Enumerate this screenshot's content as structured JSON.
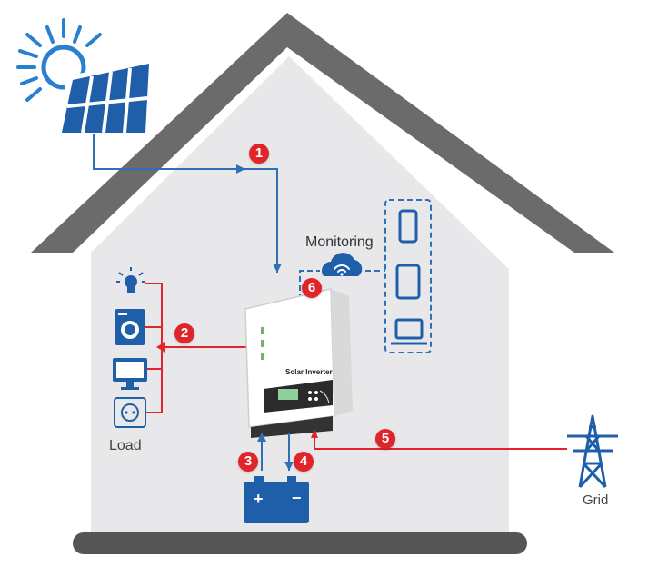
{
  "labels": {
    "monitoring": "Monitoring",
    "load": "Load",
    "grid": "Grid"
  },
  "inverter": {
    "brand_text": "Solar Inverter"
  },
  "battery": {
    "plus": "+",
    "minus": "−"
  },
  "flow_markers": [
    "1",
    "2",
    "3",
    "4",
    "5",
    "6"
  ],
  "colors": {
    "house_roof": "#6b6b6b",
    "house_wall": "#e8e8ea",
    "flow_dc": "#2f6fb5",
    "flow_ac": "#e0242a",
    "device_blue": "#1f5fa9",
    "badge": "#e0242a"
  },
  "icons": [
    "solar-panel-icon",
    "sun-icon",
    "bulb-icon",
    "washing-machine-icon",
    "monitor-icon",
    "socket-icon",
    "cloud-wifi-icon",
    "phone-icon",
    "tablet-icon",
    "laptop-icon",
    "battery-icon",
    "transmission-tower-icon",
    "inverter-icon"
  ]
}
